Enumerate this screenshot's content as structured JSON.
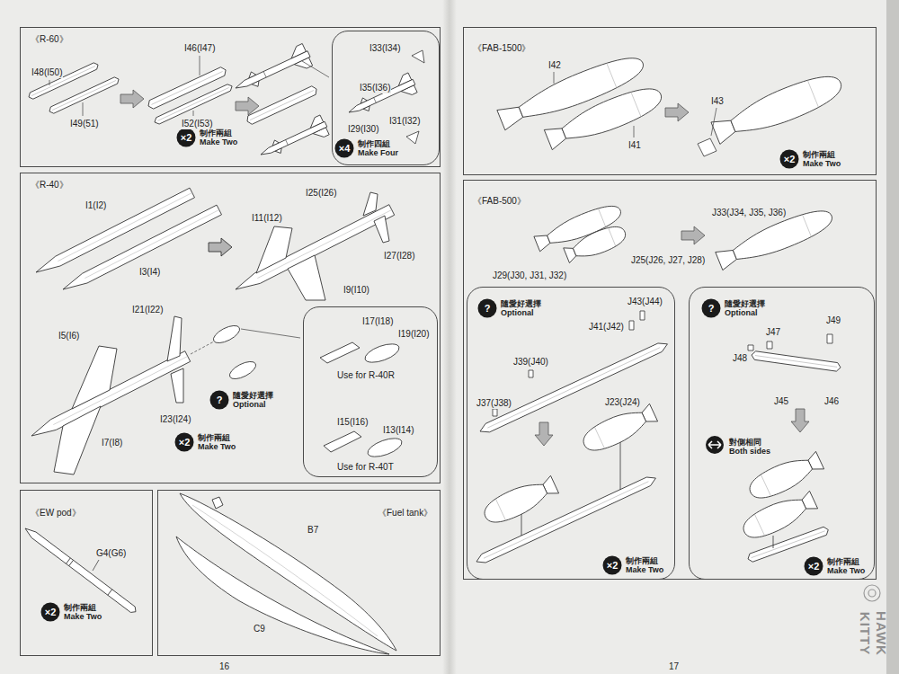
{
  "diagram": {
    "nodes": [
      {
        "text": [
          "《R-60》",
          "I48(I50)",
          "I46(I47)",
          "I49(51)",
          "I52(I53)"
        ]
      },
      {
        "text": [
          "×2",
          "制作兩組 Make Two"
        ],
        "in": 0
      },
      {
        "text": [
          "I33(I34)",
          "I35(I36)",
          "I29(I30)",
          "I31(I32)"
        ],
        "in": 0
      },
      {
        "text": [
          "×4",
          "制作四組 Make Four"
        ],
        "in": 2
      },
      {
        "text": [
          "《R-40》",
          "I1(I2)",
          "I3(I4)",
          "I25(I26)",
          "I11(I12)",
          "I27(I28)",
          "I9(I10)",
          "I21(I22)",
          "I5(I6)",
          "I23(I24)",
          "I7(I8)"
        ]
      },
      {
        "text": [
          "?",
          "隨愛好選擇 Optional"
        ],
        "in": 4
      },
      {
        "text": [
          "×2",
          "制作兩組 Make Two"
        ],
        "in": 4
      },
      {
        "text": [
          "I17(I18)",
          "I19(I20)",
          "Use for R-40R",
          "I15(I16)",
          "I13(I14)",
          "Use for R-40T"
        ],
        "in": 4
      },
      {
        "text": [
          "《EW pod》",
          "G4(G6)"
        ]
      },
      {
        "text": [
          "×2",
          "制作兩組 Make Two"
        ],
        "in": 8
      },
      {
        "text": [
          "《Fuel tank》",
          "B7",
          "C9"
        ]
      },
      {
        "text": [
          "《FAB-1500》",
          "I42",
          "I41",
          "I43"
        ]
      },
      {
        "text": [
          "×2",
          "制作兩組 Make Two"
        ],
        "in": 11
      },
      {
        "text": [
          "《FAB-500》",
          "J29(J30, J31, J32)",
          "J25(J26, J27, J28)",
          "J33(J34, J35, J36)"
        ]
      },
      {
        "text": [
          "J43(J44)",
          "J41(J42)",
          "J39(J40)",
          "J37(J38)",
          "J23(J24)"
        ],
        "in": 13
      },
      {
        "text": [
          "?",
          "隨愛好選擇 Optional"
        ],
        "in": 14
      },
      {
        "text": [
          "×2",
          "制作兩組 Make Two"
        ],
        "in": 14
      },
      {
        "text": [
          "J49",
          "J47",
          "J48",
          "J45",
          "J46",
          "對側相同 Both sides"
        ],
        "in": 13
      },
      {
        "text": [
          "?",
          "隨愛好選擇 Optional"
        ],
        "in": 17
      },
      {
        "text": [
          "×2",
          "制作兩組 Make Two"
        ],
        "in": 17
      }
    ],
    "labels": [
      "16",
      "17",
      "KITTY",
      "HAWK"
    ]
  }
}
